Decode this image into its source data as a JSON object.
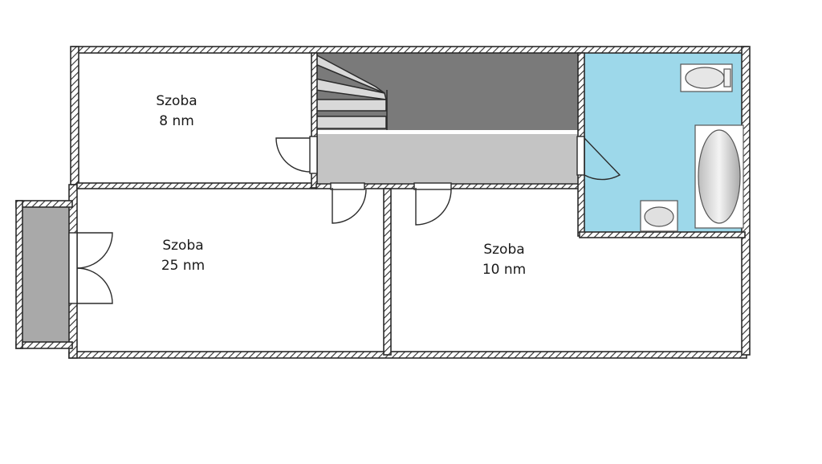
{
  "rooms": [
    {
      "id": "room-small",
      "name": "Szoba",
      "area": "8 nm"
    },
    {
      "id": "room-large",
      "name": "Szoba",
      "area": "25 nm"
    },
    {
      "id": "room-mid",
      "name": "Szoba",
      "area": "10 nm"
    }
  ],
  "colors": {
    "wall": "#2b2b2b",
    "wall_hatch": "#ffffff",
    "stair_fill": "#7a7a7a",
    "corridor_fill": "#c4c4c4",
    "balcony_fill": "#a9a9a9",
    "bathroom_fill": "#9dd8ea"
  }
}
